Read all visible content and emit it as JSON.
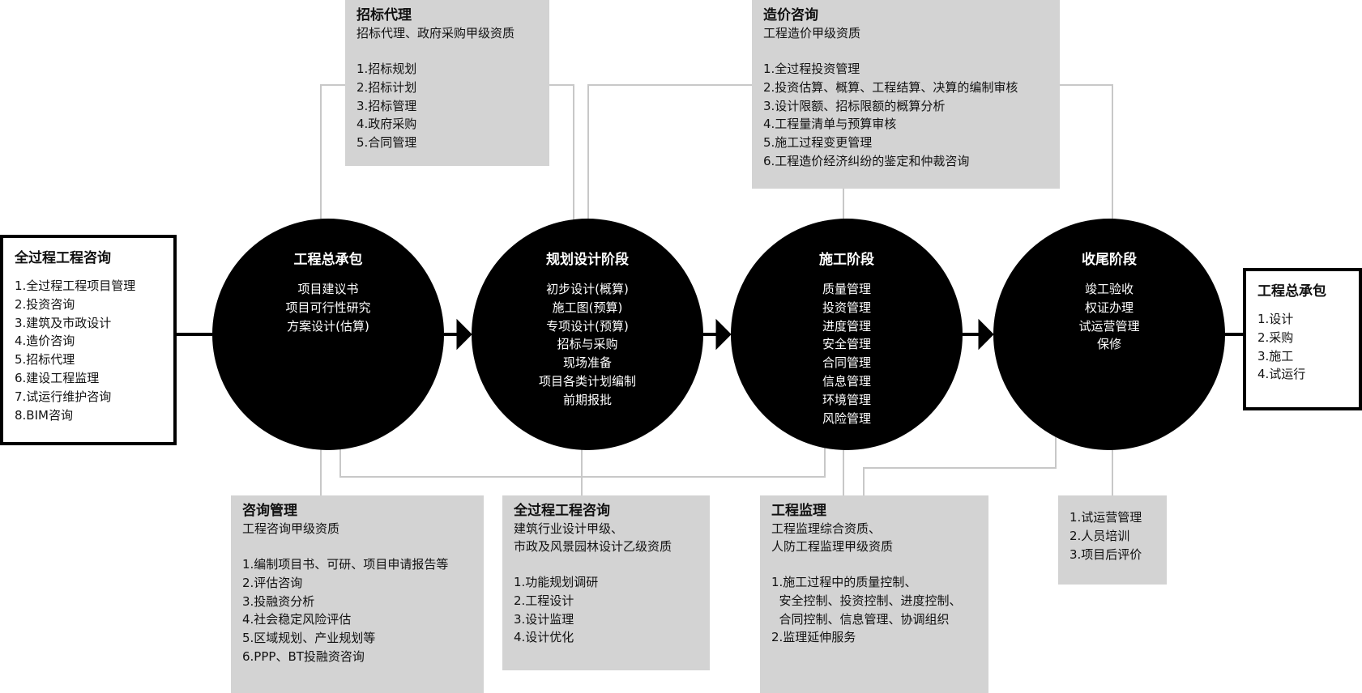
{
  "left_box": {
    "title": "全过程工程咨询",
    "items": [
      "1.全过程工程项目管理",
      "2.投资咨询",
      "3.建筑及市政设计",
      "4.造价咨询",
      "5.招标代理",
      "6.建设工程监理",
      "7.试运行维护咨询",
      "8.BIM咨询"
    ]
  },
  "right_box": {
    "title": "工程总承包",
    "items": [
      "1.设计",
      "2.采购",
      "3.施工",
      "4.试运行"
    ]
  },
  "circles": [
    {
      "title": "工程总承包",
      "items": [
        "项目建议书",
        "项目可行性研究",
        "方案设计(估算)"
      ]
    },
    {
      "title": "规划设计阶段",
      "items": [
        "初步设计(概算)",
        "施工图(预算)",
        "专项设计(预算)",
        "招标与采购",
        "现场准备",
        "项目各类计划编制",
        "前期报批"
      ]
    },
    {
      "title": "施工阶段",
      "items": [
        "质量管理",
        "投资管理",
        "进度管理",
        "安全管理",
        "合同管理",
        "信息管理",
        "环境管理",
        "风险管理"
      ]
    },
    {
      "title": "收尾阶段",
      "items": [
        "竣工验收",
        "权证办理",
        "试运营管理",
        "保修"
      ]
    }
  ],
  "top_boxes": [
    {
      "title": "招标代理",
      "subtitle": [
        "招标代理、政府采购甲级资质"
      ],
      "items": [
        "1.招标规划",
        "2.招标计划",
        "3.招标管理",
        "4.政府采购",
        "5.合同管理"
      ]
    },
    {
      "title": "造价咨询",
      "subtitle": [
        "工程造价甲级资质"
      ],
      "items": [
        "1.全过程投资管理",
        "2.投资估算、概算、工程结算、决算的编制审核",
        "3.设计限额、招标限额的概算分析",
        "4.工程量清单与预算审核",
        "5.施工过程变更管理",
        "6.工程造价经济纠纷的鉴定和仲裁咨询"
      ]
    }
  ],
  "bottom_boxes": [
    {
      "title": "咨询管理",
      "subtitle": [
        "工程咨询甲级资质"
      ],
      "items": [
        "1.编制项目书、可研、项目申请报告等",
        "2.评估咨询",
        "3.投融资分析",
        "4.社会稳定风险评估",
        "5.区域规划、产业规划等",
        "6.PPP、BT投融资咨询"
      ]
    },
    {
      "title": "全过程工程咨询",
      "subtitle": [
        "建筑行业设计甲级、",
        "市政及风景园林设计乙级资质"
      ],
      "items": [
        "1.功能规划调研",
        "2.工程设计",
        "3.设计监理",
        "4.设计优化"
      ]
    },
    {
      "title": "工程监理",
      "subtitle": [
        "工程监理综合资质、",
        "人防工程监理甲级资质"
      ],
      "items": [
        "1.施工过程中的质量控制、",
        "  安全控制、投资控制、进度控制、",
        "  合同控制、信息管理、协调组织",
        "2.监理延伸服务"
      ]
    },
    {
      "title": "",
      "subtitle": [],
      "items": [
        "1.试运营管理",
        "2.人员培训",
        "3.项目后评价"
      ]
    }
  ],
  "colors": {
    "circle": "#000000",
    "panel": "#d3d3d3",
    "connector": "#c8c8c8",
    "flow": "#000000"
  }
}
